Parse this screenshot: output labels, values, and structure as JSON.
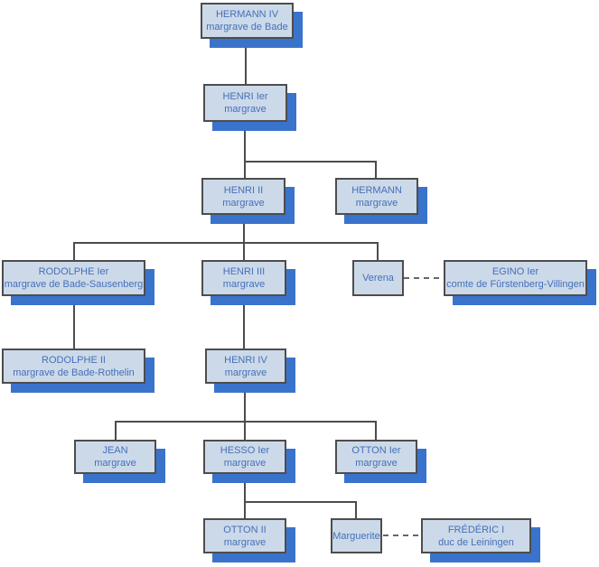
{
  "diagram": {
    "kind": "family-tree",
    "colors": {
      "box_fill": "#ccd9e8",
      "box_border": "#4d4d4d",
      "box_shadow": "#3a73cb",
      "text": "#4470bb",
      "solid_line": "#4c4c4c",
      "dashed_line": "#666666",
      "background": "#ffffff"
    },
    "nodes": [
      {
        "id": "hermann-iv",
        "name": "HERMANN IV",
        "title": "margrave de Bade"
      },
      {
        "id": "henri-ier",
        "name": "HENRI Ier",
        "title": "margrave"
      },
      {
        "id": "henri-ii",
        "name": "HENRI II",
        "title": "margrave"
      },
      {
        "id": "hermann",
        "name": "HERMANN",
        "title": "margrave"
      },
      {
        "id": "rodolphe-ier",
        "name": "RODOLPHE Ier",
        "title": "margrave de Bade-Sausenberg"
      },
      {
        "id": "henri-iii",
        "name": "HENRI III",
        "title": "margrave"
      },
      {
        "id": "verena",
        "name": "Verena",
        "title": ""
      },
      {
        "id": "egino-ier",
        "name": "EGINO Ier",
        "title": "comte de Fûrstenberg-Villingen"
      },
      {
        "id": "rodolphe-ii",
        "name": "RODOLPHE II",
        "title": "margrave de Bade-Rothelin"
      },
      {
        "id": "henri-iv",
        "name": "HENRI IV",
        "title": "margrave"
      },
      {
        "id": "jean",
        "name": "JEAN",
        "title": "margrave"
      },
      {
        "id": "hesso-ier",
        "name": "HESSO Ier",
        "title": "margrave"
      },
      {
        "id": "otton-ier",
        "name": "OTTON Ier",
        "title": "margrave"
      },
      {
        "id": "otton-ii",
        "name": "OTTON II",
        "title": "margrave"
      },
      {
        "id": "marguerite",
        "name": "Marguerite",
        "title": ""
      },
      {
        "id": "frederic-i",
        "name": "FRÉDÉRIC I",
        "title": "duc de Leiningen"
      }
    ],
    "edges_parent_child": [
      {
        "from": "hermann-iv",
        "to": [
          "henri-ier"
        ]
      },
      {
        "from": "henri-ier",
        "to": [
          "henri-ii",
          "hermann"
        ]
      },
      {
        "from": "henri-ii",
        "to": [
          "rodolphe-ier",
          "henri-iii",
          "verena"
        ]
      },
      {
        "from": "rodolphe-ier",
        "to": [
          "rodolphe-ii"
        ]
      },
      {
        "from": "henri-iii",
        "to": [
          "henri-iv"
        ]
      },
      {
        "from": "henri-iv",
        "to": [
          "jean",
          "hesso-ier",
          "otton-ier"
        ]
      },
      {
        "from": "hesso-ier",
        "to": [
          "otton-ii",
          "marguerite"
        ]
      }
    ],
    "edges_marriage_dashed": [
      {
        "between": [
          "verena",
          "egino-ier"
        ]
      },
      {
        "between": [
          "marguerite",
          "frederic-i"
        ]
      }
    ]
  }
}
